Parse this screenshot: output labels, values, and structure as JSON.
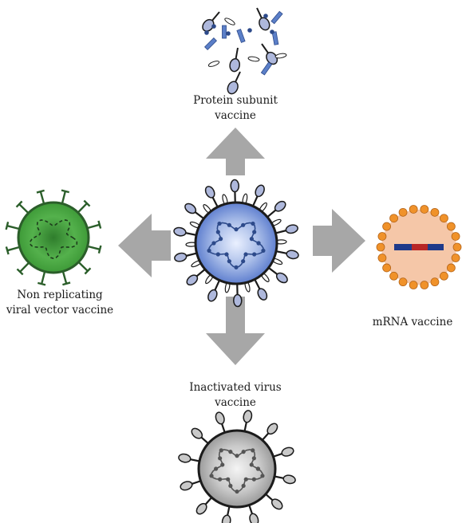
{
  "labels": {
    "protein": [
      "Protein subunit",
      "vaccine"
    ],
    "viral_vector": [
      "Non replicating",
      "viral vector vaccine"
    ],
    "mrna": [
      "mRNA vaccine"
    ],
    "inactivated": [
      "Inactivated virus",
      "vaccine"
    ]
  },
  "icons": {
    "center": "coronavirus-icon",
    "protein": "protein-fragments-icon",
    "viral_vector": "viral-vector-icon",
    "mrna": "lipid-nanoparticle-mrna-icon",
    "inactivated": "inactivated-virus-icon"
  },
  "colors": {
    "arrow": "#a7a7a7",
    "virus_blue": "#6e8fd6",
    "spike_blue": "#aeb8dc",
    "rna_blue": "#2d4a8a",
    "vector_green": "#3f9e3a",
    "vector_dark": "#2b5e2a",
    "mrna_fill": "#f5c7a8",
    "mrna_bead": "#f0922a",
    "mrna_strand_blue": "#1f3a8a",
    "mrna_strand_red": "#b82626",
    "inactive_gray": "#bfbfbf"
  }
}
